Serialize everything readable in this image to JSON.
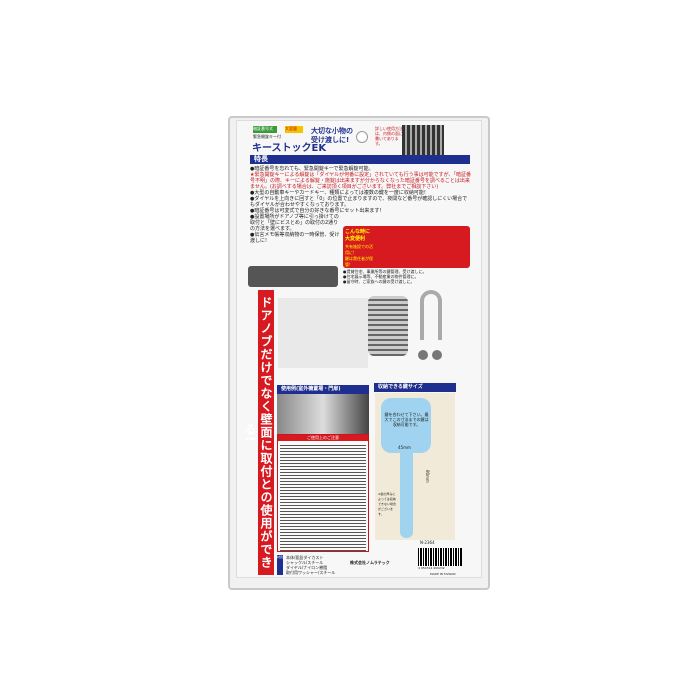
{
  "header": {
    "badge_left": "暗証番号式",
    "badge_right": "大容量",
    "subtitle": "緊急開錠キー付",
    "product_name": "キーストックEK",
    "tagline": "大切な小物の受け渡しに!",
    "side_note": "詳しい使用方法は、内側の面に書いてあります。"
  },
  "features": {
    "title": "特長",
    "items": [
      "●暗証番号を忘れても、緊急開錠キーで緊急解錠可能。",
      "★緊急開錠キーによる解錠は「ダイヤルが何番に設定」されていても行う事は可能ですが、「暗証番号不明」の際、キーによる解錠・施錠は出来ますが分からなくなった暗証番号を調べることは出来ません。(お調べする場合は、ご来訪頂く項目がございます。弊社までご相談下さい)",
      "●大型の自動車キーやカードキー、種類によっては複数の鍵を一度に収納可能!",
      "●ダイヤルを上向きに回すと「0」の位置で止まりますので、夜間など番号が確認しにくい場合でもダイヤルが合わせやすくなっております。",
      "●暗証番号は可変式で自分の好きな番号にセット出来ます!",
      "●設置場所がドアノブ等に引っ掛けての取付と「壁にビスとめ」の取付の2通りの方法を選べます。",
      "●伝言メモ帳等収納物の一時保管、受け渡しに!"
    ]
  },
  "callout": {
    "title": "こんな時に大変便利",
    "line1": "共有施設での活用に!",
    "line2": "鍵は責任者が保管!",
    "items": [
      "●賃貸住宅、事業所等の鍵管理、受け渡しに。",
      "●住宅展示場等、不動産業の物件管理に。",
      "●留守時、ご家族への鍵の受け渡しに。"
    ]
  },
  "vertical_banner": "ドアノブだけでなく壁面に取付との使用ができる!",
  "usage": {
    "title": "使用例(室外機置場・門扉)",
    "caution_title": "ご使用上のご注意"
  },
  "key_size": {
    "title": "収納できる鍵サイズ",
    "note": "鍵を合わせて下さい。最大でこの寸法までの鍵は収納可能です。",
    "width": "45mm",
    "height": "80mm",
    "side_note": "※鍵の厚みによっては収納できない場合がございます。"
  },
  "materials": {
    "label": "材質",
    "lines": [
      "本体/亜鉛ダイカスト",
      "シャックル/スチール",
      "ダイヤル/ナイロン樹脂",
      "取付用ワッシャー/スチール"
    ]
  },
  "footer": {
    "product_code": "N-2364",
    "maker": "株式会社ノムラテック",
    "made_in": "MADE IN TAIWAN",
    "barcode": "4 950314 400232"
  }
}
